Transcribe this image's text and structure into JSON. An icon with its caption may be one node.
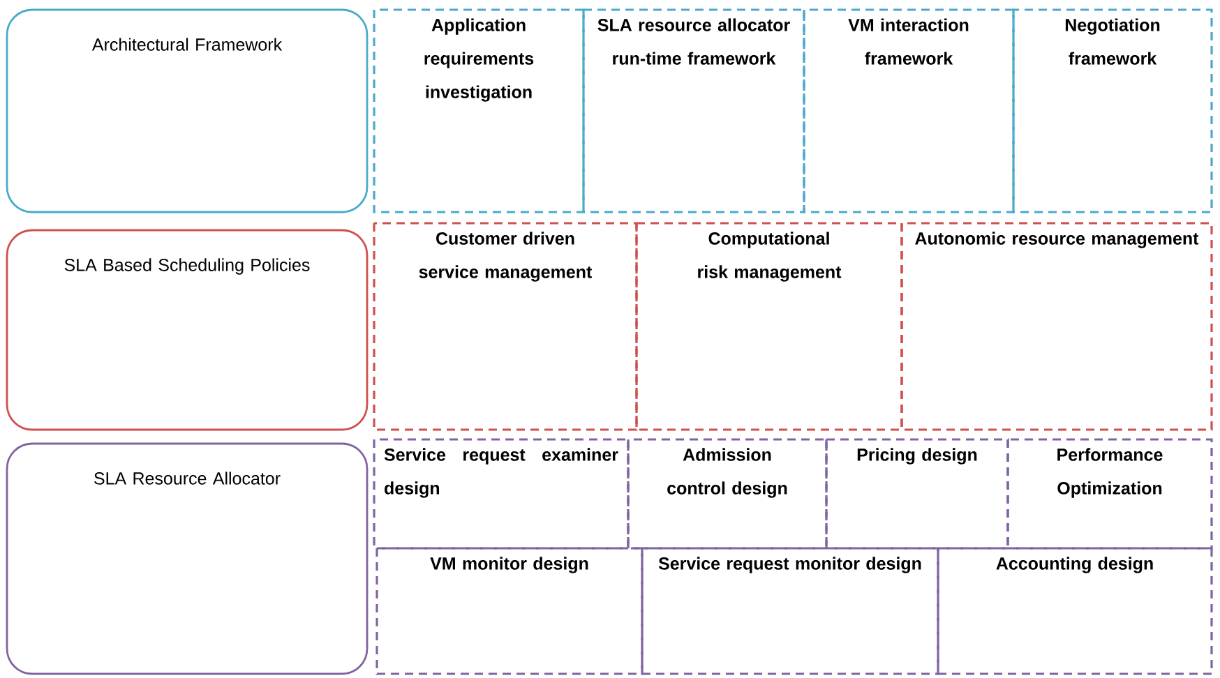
{
  "diagram": {
    "nodes": [
      {
        "text": [
          "Architectural Framework"
        ]
      },
      {
        "text": [
          "Application requirements investigation"
        ]
      },
      {
        "text": [
          "SLA resource allocator run-time framework"
        ]
      },
      {
        "text": [
          "VM interaction framework"
        ]
      },
      {
        "text": [
          "Negotiation framework"
        ]
      },
      {
        "text": [
          "SLA Based Scheduling Policies"
        ]
      },
      {
        "text": [
          "Customer driven service management"
        ]
      },
      {
        "text": [
          "Computational risk management"
        ]
      },
      {
        "text": [
          "Autonomic resource management"
        ]
      },
      {
        "text": [
          "SLA Resource Allocator"
        ]
      },
      {
        "text": [
          "Service request examiner design"
        ]
      },
      {
        "text": [
          "Admission control design"
        ]
      },
      {
        "text": [
          "Pricing design"
        ]
      },
      {
        "text": [
          "Performance Optimization"
        ]
      },
      {
        "text": [
          "VM monitor design"
        ]
      },
      {
        "text": [
          "Service request monitor design"
        ]
      },
      {
        "text": [
          "Accounting design"
        ]
      }
    ]
  }
}
